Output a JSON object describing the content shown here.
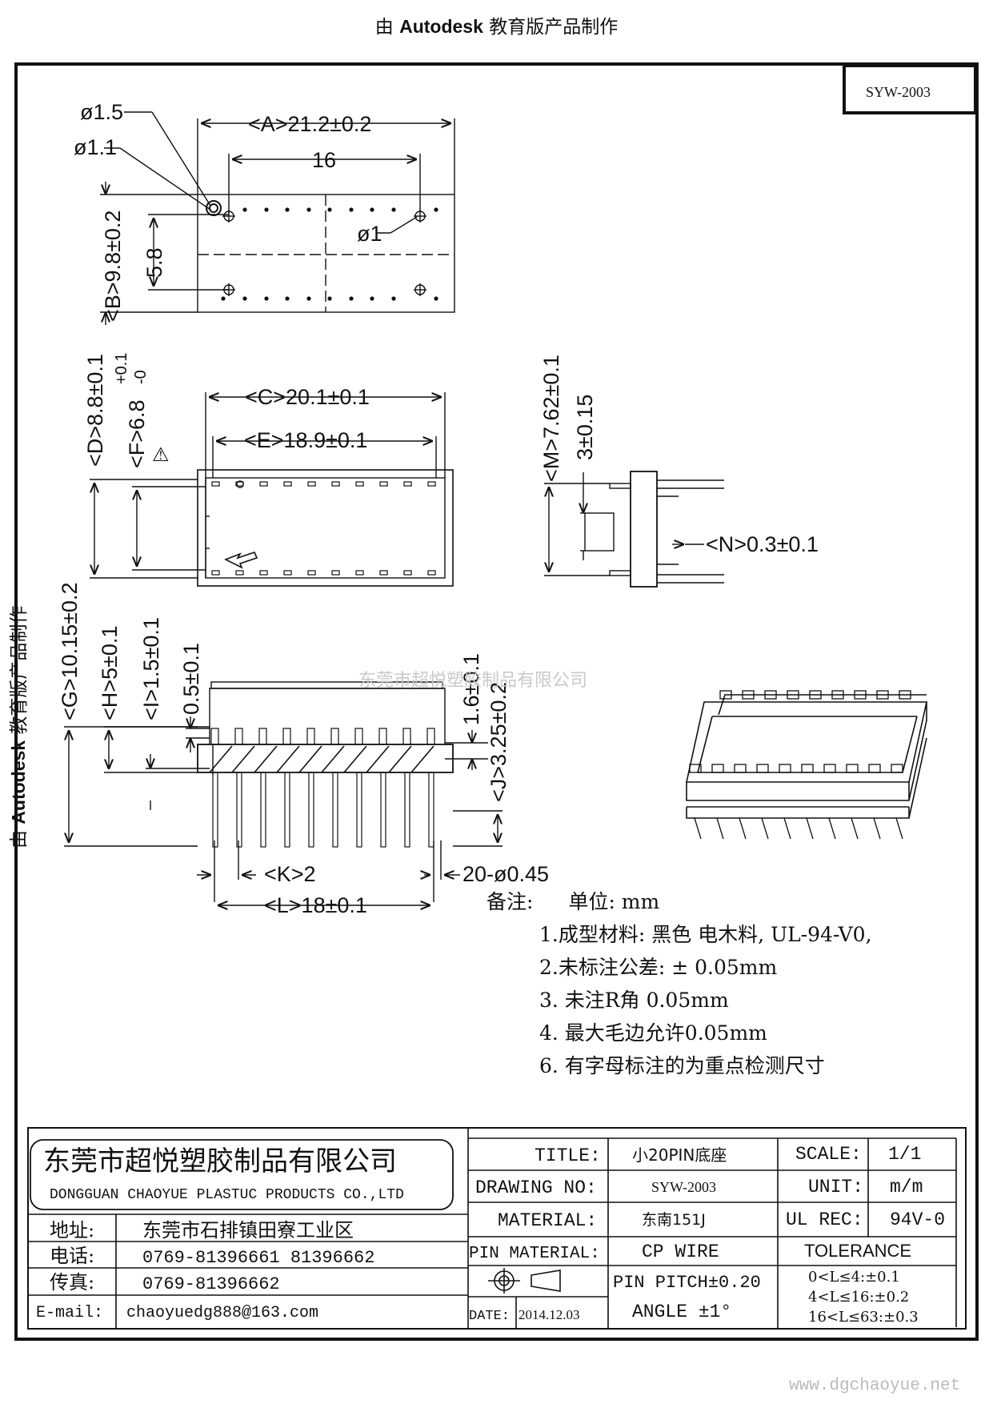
{
  "banner": {
    "pre": "由 ",
    "brand": "Autodesk",
    "post": " 教育版产品制作"
  },
  "drawing_code": "SYW-2003",
  "dims": {
    "d15": "ø1.5",
    "d11": "ø1.1",
    "A": "<A>21.2±0.2",
    "p16": "16",
    "d1": "ø1",
    "B": "<B>9.8±0.2",
    "p58": "5.8",
    "C": "<C>20.1±0.1",
    "E": "<E>18.9±0.1",
    "D": "<D>8.8±0.1",
    "F": "<F>6.8",
    "Fp": "+0.1",
    "Fm": "-0",
    "warn": "⚠",
    "M": "<M>7.62±0.1",
    "t3": "3±0.15",
    "N": "<N>0.3±0.1",
    "G": "<G>10.15±0.2",
    "H": "<H>5±0.1",
    "I": "<I>1.5±0.1",
    "h05": "0.5±0.1",
    "t16": "1.6±0.1",
    "J": "<J>3.25±0.2",
    "K": "<K>2",
    "pins": "20-ø0.45",
    "L": "<L>18±0.1"
  },
  "watermark": "东莞市超悦塑胶制品有限公司",
  "notes": {
    "head_label": "备注:",
    "head_unit": "单位: mm",
    "items": [
      "1.成型材料: 黑色 电木料, UL-94-V0,",
      "2.未标注公差: ± 0.05mm",
      "3. 未注R角 0.05mm",
      "4. 最大毛边允许0.05mm",
      "6. 有字母标注的为重点检测尺寸"
    ]
  },
  "company": {
    "cn": "东莞市超悦塑胶制品有限公司",
    "en": "DONGGUAN CHAOYUE PLASTUC PRODUCTS CO.,LTD"
  },
  "contact": [
    {
      "label": "地址:",
      "value": "东莞市石排镇田寮工业区"
    },
    {
      "label": "电话:",
      "value": "0769-81396661  81396662"
    },
    {
      "label": "传真:",
      "value": "0769-81396662"
    },
    {
      "label": "E-mail:",
      "value": "chaoyuedg888@163.com"
    }
  ],
  "title_block": {
    "title_label": "TITLE:",
    "title_value": "小20PIN底座",
    "drawing_no_label": "DRAWING NO:",
    "drawing_no_value": "SYW-2003",
    "material_label": "MATERIAL:",
    "material_value": "东南151J",
    "pin_material_label": "PIN MATERIAL:",
    "pin_material_value": "CP WIRE",
    "pin_pitch": "PIN PITCH±0.20",
    "date_label": "DATE:",
    "date_value": "2014.12.03",
    "angle": "ANGLE  ±1°",
    "scale_label": "SCALE:",
    "scale_value": "1/1",
    "unit_label": "UNIT:",
    "unit_value": "m/m",
    "ulrec_label": "UL REC:",
    "ulrec_value": "94V-0",
    "tolerance_label": "TOLERANCE",
    "tolerances": [
      "0<L≤4:±0.1",
      "4<L≤16:±0.2",
      "16<L≤63:±0.3"
    ]
  },
  "site": "www.dgchaoyue.net"
}
